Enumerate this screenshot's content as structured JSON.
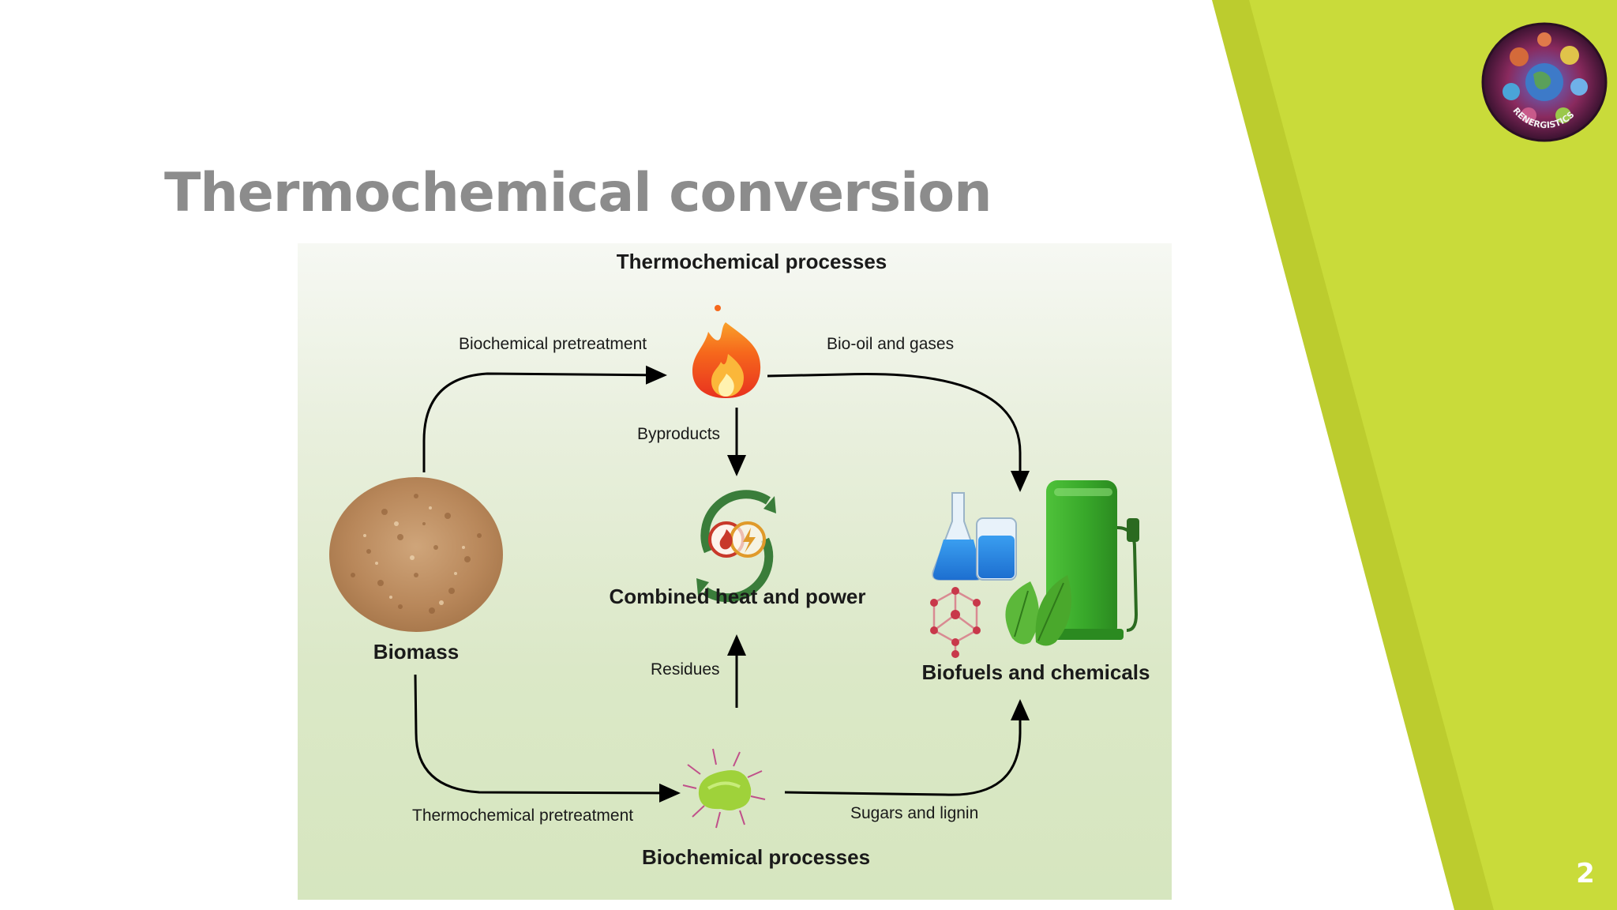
{
  "slide": {
    "title": "Thermochemical conversion",
    "page_number": "2",
    "accent_color": "#c9db3a",
    "accent_dark_color": "#bccc2e",
    "title_color": "#8c8c8c",
    "logo_text": "RENERGISTICS"
  },
  "diagram": {
    "nodes": {
      "thermochemical_processes": "Thermochemical processes",
      "combined_heat_power": "Combined heat and power",
      "biomass": "Biomass",
      "biofuels_chemicals": "Biofuels and chemicals",
      "biochemical_processes": "Biochemical processes"
    },
    "edges": {
      "biochemical_pretreatment": "Biochemical pretreatment",
      "bio_oil_gases": "Bio-oil and gases",
      "byproducts": "Byproducts",
      "residues": "Residues",
      "thermochemical_pretreatment": "Thermochemical pretreatment",
      "sugars_lignin": "Sugars and lignin"
    },
    "icons": [
      "fire-icon",
      "chp-cycle-icon",
      "biomass-pile-icon",
      "lab-flasks-icon",
      "molecule-icon",
      "leaves-icon",
      "fuel-pump-icon",
      "microbe-icon"
    ]
  }
}
